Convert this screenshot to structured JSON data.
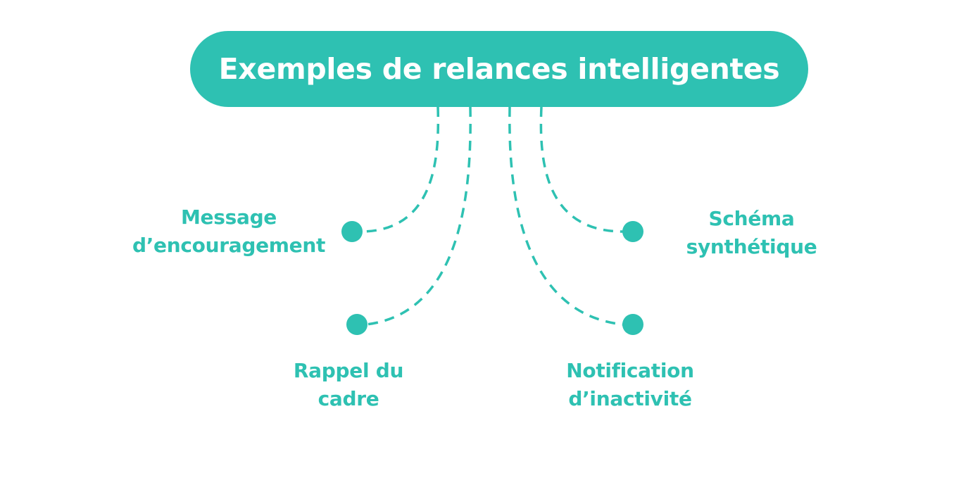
{
  "title": "Exemples de relances intelligentes",
  "accent_color": "#2ec1b2",
  "branches": [
    {
      "id": "encouragement",
      "lines": [
        "Message",
        "d’encouragement"
      ]
    },
    {
      "id": "schema",
      "lines": [
        "Schéma",
        "synthétique"
      ]
    },
    {
      "id": "rappel",
      "lines": [
        "Rappel du",
        "cadre"
      ]
    },
    {
      "id": "notification",
      "lines": [
        "Notification",
        "d’inactivité"
      ]
    }
  ]
}
